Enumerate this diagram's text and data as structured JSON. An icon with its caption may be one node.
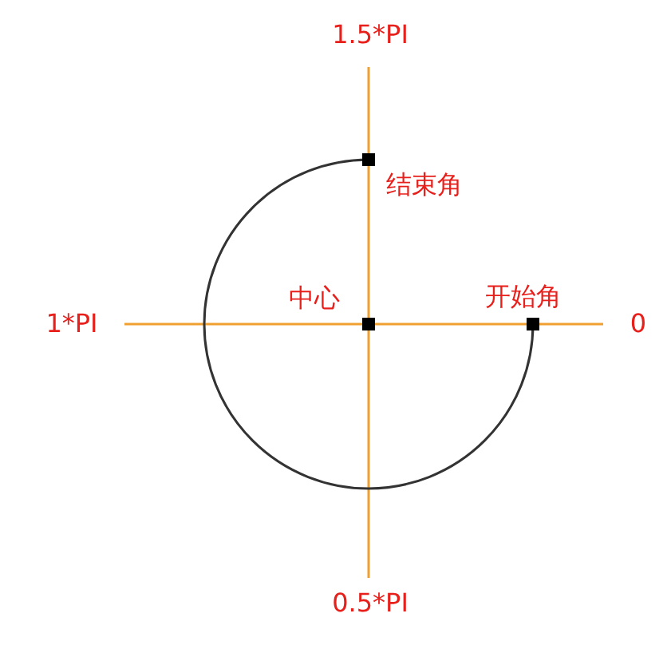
{
  "diagram": {
    "labels": [
      "1.5*PI",
      "结束角",
      "1*PI",
      "中心",
      "开始角",
      "0",
      "0.5*PI"
    ]
  }
}
